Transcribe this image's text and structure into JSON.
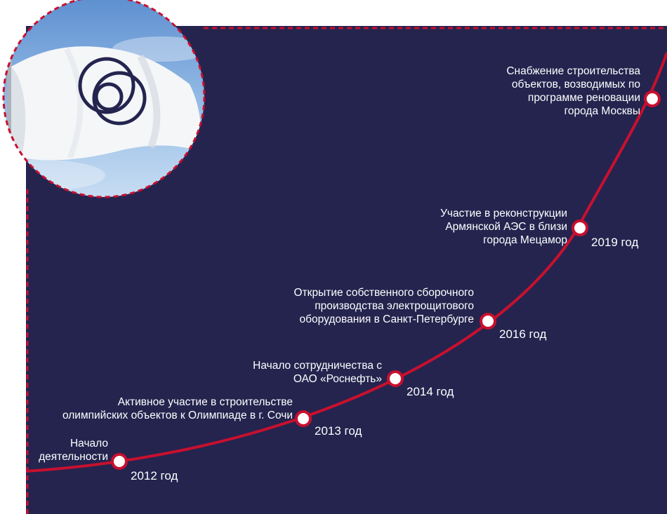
{
  "colors": {
    "background": "#24244f",
    "timeline": "#c8102e",
    "dashed_border": "#c8102e",
    "node_fill": "#ffffff",
    "text": "#ffffff",
    "sky": "#8ab4e0",
    "flag": "#f4f6f8",
    "logo": "#24244f"
  },
  "photo": {
    "subject": "white flag with company logo",
    "logo_icon": "interlocking-rings-logo"
  },
  "timeline": {
    "events": [
      {
        "year": "2012 год",
        "text": "Начало\nдеятельности"
      },
      {
        "year": "2013 год",
        "text": "Активное участие в строительстве\nолимпийских объектов к Олимпиаде в г. Сочи"
      },
      {
        "year": "2014 год",
        "text": "Начало сотрудничества с\nОАО «Роснефть»"
      },
      {
        "year": "2016 год",
        "text": "Открытие собственного сборочного\nпроизводства электрощитового\nоборудования в Санкт-Петербурге"
      },
      {
        "year": "2019 год",
        "text": "Участие в реконструкции\nАрмянской АЭС в близи\nгорода Мецамор"
      },
      {
        "year": "",
        "text": "Снабжение строительства\nобъектов, возводимых по\nпрограмме реновации\nгорода Москвы"
      }
    ]
  }
}
